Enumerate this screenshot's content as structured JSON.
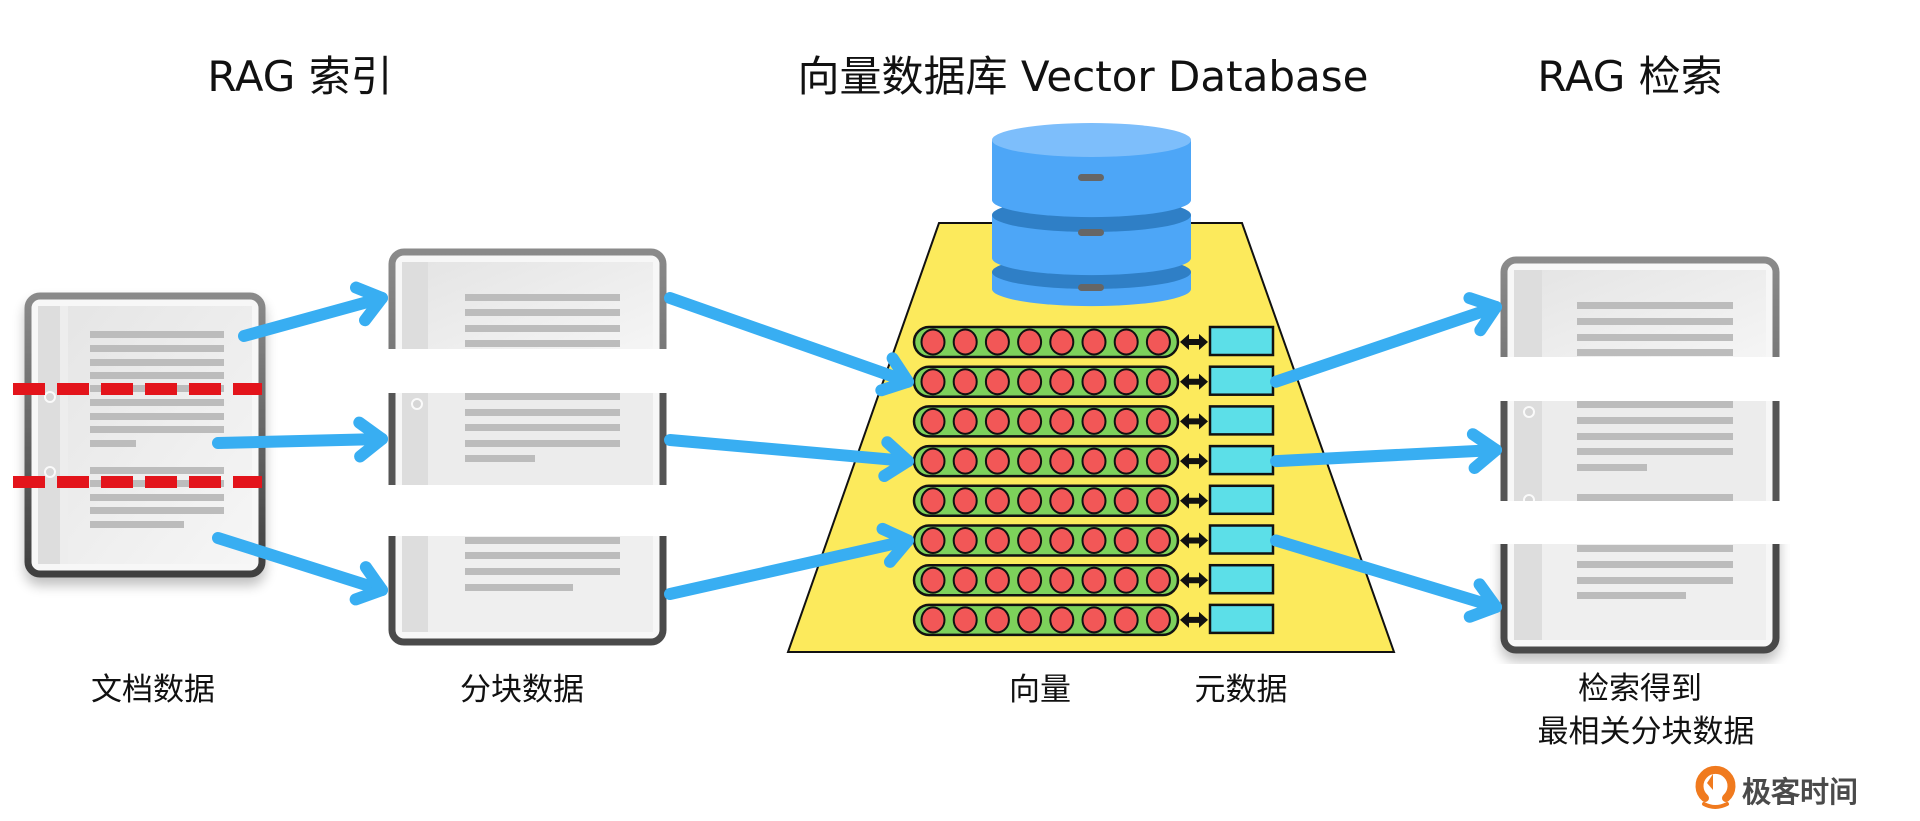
{
  "titles": {
    "indexing": "RAG 索引",
    "vector_db": "向量数据库 Vector Database",
    "retrieval": "RAG 检索"
  },
  "labels": {
    "document_data": "文档数据",
    "chunk_data": "分块数据",
    "vectors": "向量",
    "metadata": "元数据",
    "retrieved_line1": "检索得到",
    "retrieved_line2": "最相关分块数据"
  },
  "logo": {
    "icon": "geektime-logo-icon",
    "text": "极客时间"
  },
  "vector_store": {
    "row_count": 8,
    "dots_per_row": 8,
    "incoming_rows": [
      2,
      4,
      6
    ],
    "outgoing_rows": [
      2,
      4,
      6
    ]
  },
  "colors": {
    "arrow": "#38AEF2",
    "split_line": "#E3141B",
    "trapezoid": "#FCEA5C",
    "vector_capsule": "#7DD15B",
    "vector_dot": "#F25757",
    "metadata_box": "#5CDFE8",
    "database": "#4DA6F7",
    "logo_orange": "#F07A1E"
  },
  "icons": {
    "database": "database-icon",
    "document": "document-icon",
    "chunk": "document-chunk-icon",
    "bidirectional": "double-arrow-icon"
  }
}
